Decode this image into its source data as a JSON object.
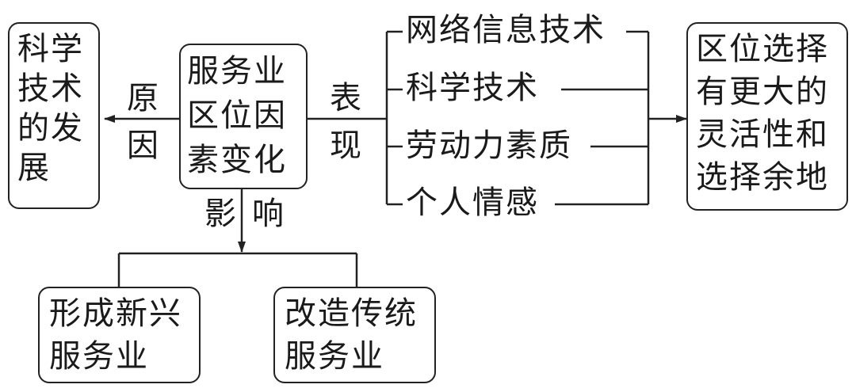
{
  "center": {
    "line1": "服务业",
    "line2": "区位因",
    "line3": "素变化"
  },
  "left": {
    "line1": "科学",
    "line2": "技术",
    "line3": "的发",
    "line4": "展"
  },
  "left_label": {
    "c1": "原",
    "c2": "因"
  },
  "right_label": {
    "c1": "表",
    "c2": "现"
  },
  "bottom_label": {
    "c1": "影",
    "c2": "响"
  },
  "factors": [
    "网络信息技术",
    "科学技术",
    "劳动力素质",
    "个人情感"
  ],
  "result": {
    "line1": "区位选择",
    "line2": "有更大的",
    "line3": "灵活性和",
    "line4": "选择余地"
  },
  "bottom_left": {
    "line1": "形成新兴",
    "line2": "服务业"
  },
  "bottom_right": {
    "line1": "改造传统",
    "line2": "服务业"
  }
}
